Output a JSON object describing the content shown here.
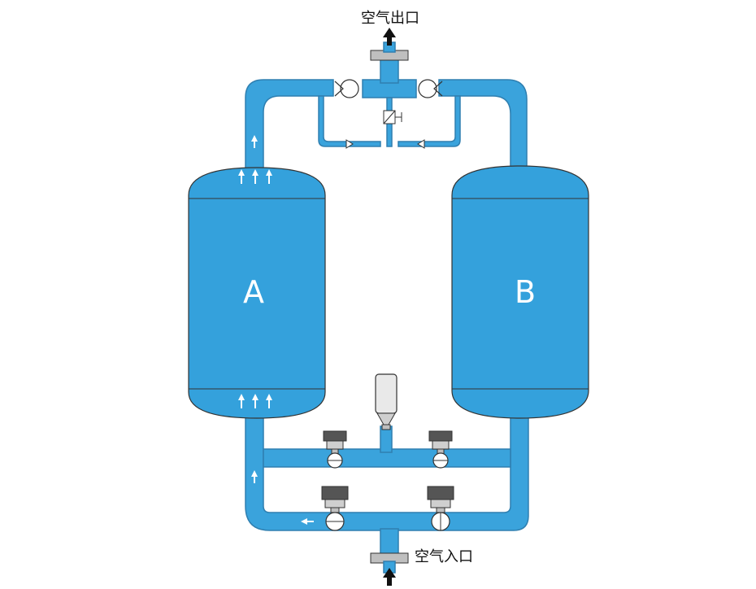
{
  "tanks": {
    "a_label": "A",
    "b_label": "B"
  },
  "io": {
    "outlet_label": "空气出口",
    "inlet_label": "空气入口"
  },
  "icons": [
    "arrow-up-icon",
    "arrow-left-icon",
    "check-valve-icon",
    "ball-valve-icon",
    "filter-icon",
    "gauge-valve-icon"
  ]
}
